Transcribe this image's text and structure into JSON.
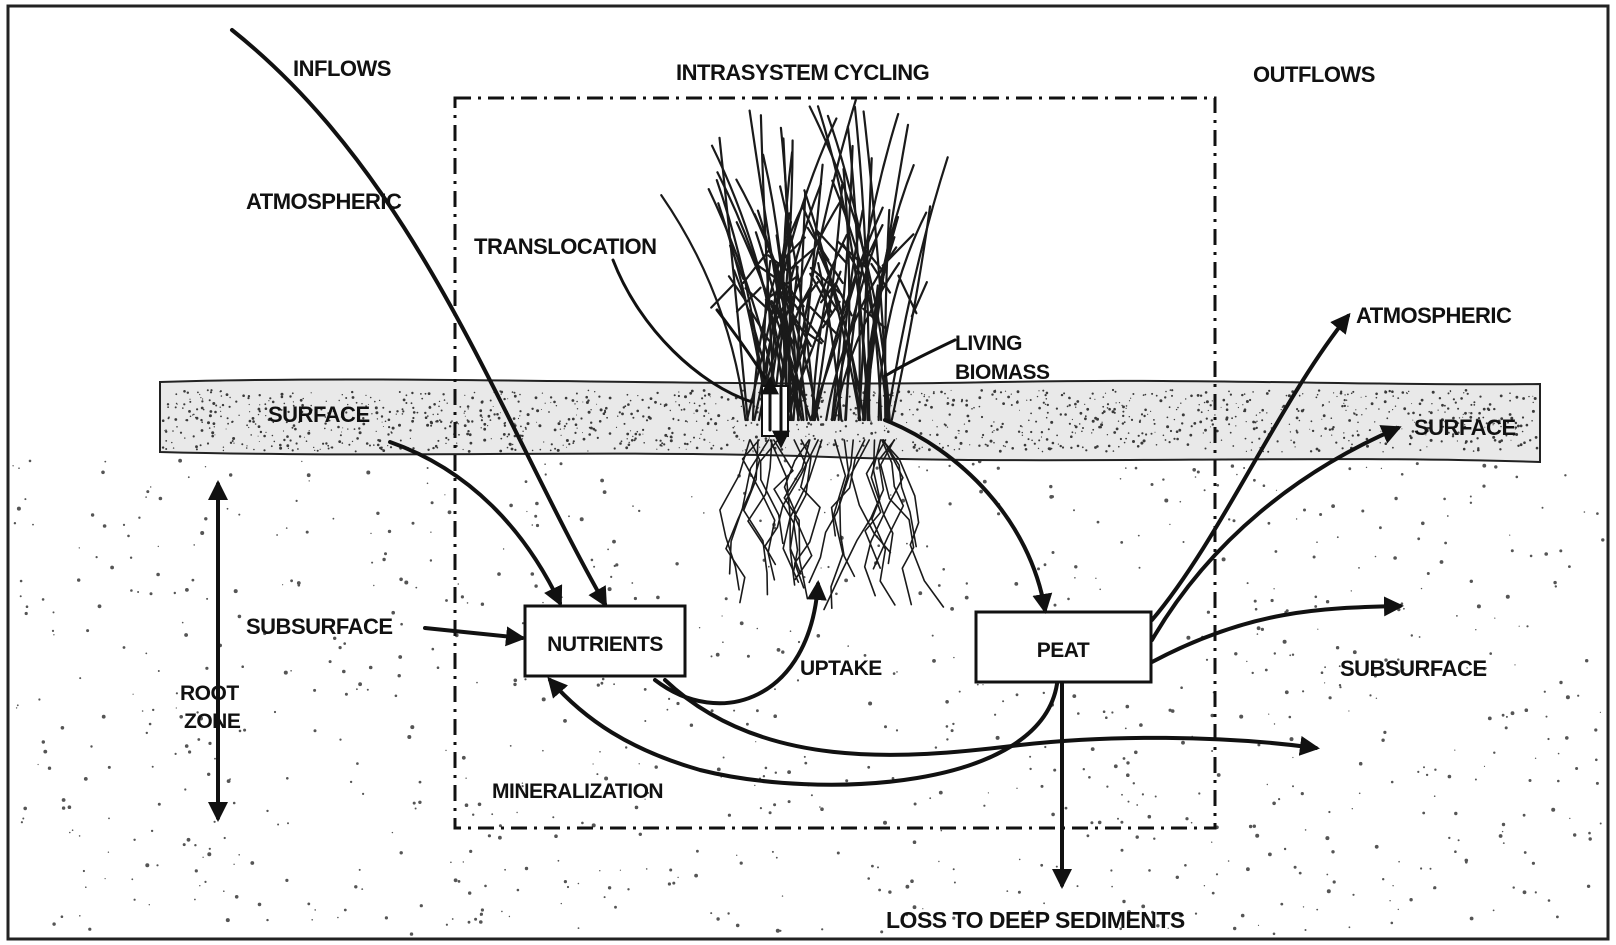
{
  "labels": {
    "inflows": "INFLOWS",
    "intrasystem_cycling": "INTRASYSTEM CYCLING",
    "outflows": "OUTFLOWS",
    "atmospheric_in": "ATMOSPHERIC",
    "translocation": "TRANSLOCATION",
    "living": "LIVING",
    "biomass": "BIOMASS",
    "atmospheric_out": "ATMOSPHERIC",
    "surface_in": "SURFACE",
    "surface_out": "SURFACE",
    "subsurface_in": "SUBSURFACE",
    "subsurface_out": "SUBSURFACE",
    "nutrients": "NUTRIENTS",
    "peat": "PEAT",
    "uptake": "UPTAKE",
    "root": "ROOT",
    "zone": "ZONE",
    "mineralization": "MINERALIZATION",
    "loss_to_deep_sediments": "LOSS TO DEEP SEDIMENTS"
  },
  "colors": {
    "ink": "#111111",
    "background": "#ffffff",
    "surface_band": "#e9e9e9",
    "speckle": "#555555"
  }
}
